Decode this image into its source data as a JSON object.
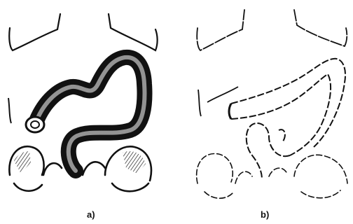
{
  "figure": {
    "panels": [
      {
        "id": "a",
        "label": "a)",
        "style": "solid-outline"
      },
      {
        "id": "b",
        "label": "b)",
        "style": "faint-dashed-outline"
      }
    ],
    "stroke_color": "#111111",
    "background": "#ffffff"
  }
}
